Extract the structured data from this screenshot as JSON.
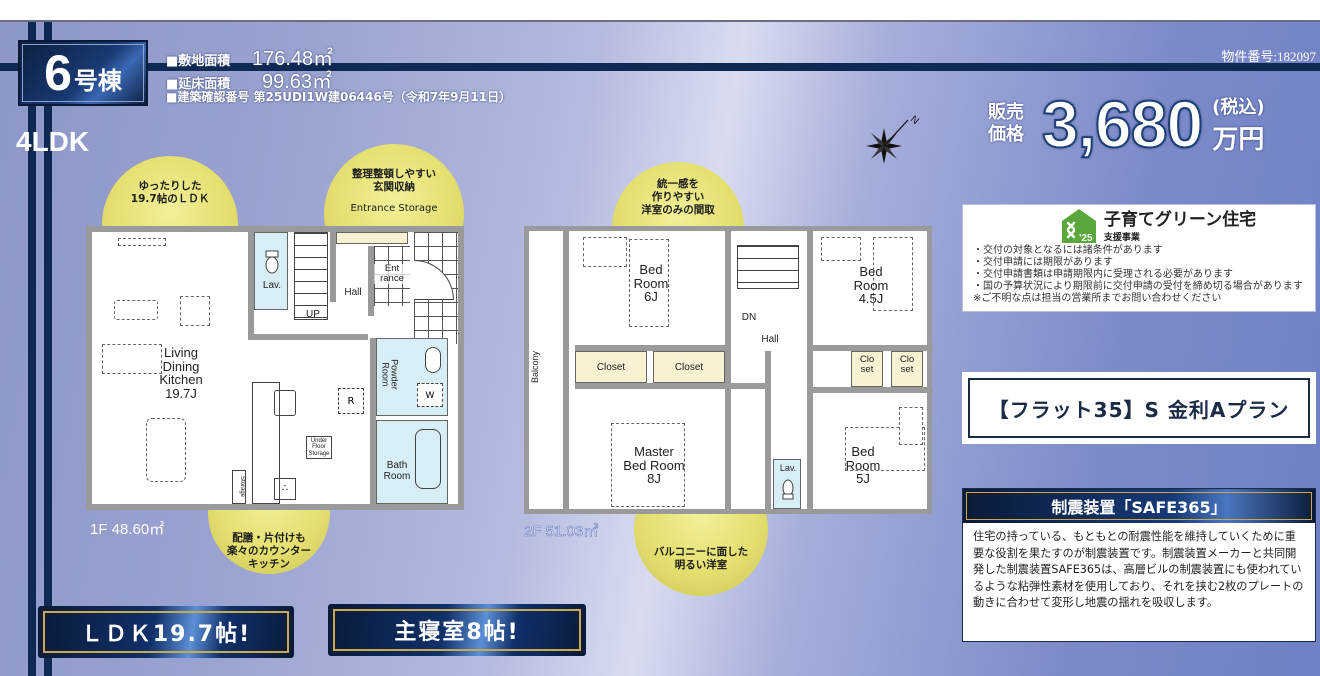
{
  "lot": {
    "number": "6",
    "suffix": "号棟",
    "layout": "4LDK"
  },
  "specs": [
    {
      "label": "■敷地面積",
      "value": "176.48㎡"
    },
    {
      "label": "■延床面積",
      "value": "99.63㎡"
    }
  ],
  "permit": "■建築確認番号 第25UDI1W建06446号（令和7年9月11日）",
  "property_number": "物件番号:182097",
  "price": {
    "label_line1": "販売",
    "label_line2": "価格",
    "amount": "3,680",
    "tax_note": "(税込)",
    "unit": "万円"
  },
  "compass": {
    "icon": "north-arrow-compass-icon",
    "north_label": "N"
  },
  "green_program": {
    "logo_year": "'25",
    "title": "子育てグリーン住宅",
    "subtitle": "支援事業",
    "notes": [
      "・交付の対象となるには諸条件があります",
      "・交付申請には期限があります",
      "・交付申請書類は申請期限内に受理される必要があります",
      "・国の予算状況により期限前に交付申請の受付を締め切る場合があります",
      "※ご不明な点は担当の営業所までお問い合わせください"
    ],
    "accent_color": "#5aa83c"
  },
  "flat35": {
    "label": "【フラット35】S 金利Aプラン"
  },
  "safe365": {
    "title": "制震装置「SAFE365」",
    "body": "住宅の持っている、もともとの耐震性能を維持していくために重要な役割を果たすのが制震装置です。制震装置メーカーと共同開発した制震装置SAFE365は、高層ビルの制震装置にも使われているような粘弾性素材を使用しており、それを挟む2枚のプレートの動きに合わせて変形し地震の揺れを吸収します。"
  },
  "floor1": {
    "area_label": "1F 48.60㎡",
    "callouts": [
      {
        "lines": [
          "ゆったりした",
          "19.7帖のＬＤＫ"
        ]
      },
      {
        "lines": [
          "整理整頓しやすい",
          "玄関収納"
        ],
        "sub": "Entrance Storage"
      },
      {
        "lines": [
          "配膳・片付けも",
          "楽々のカウンター",
          "キッチン"
        ]
      }
    ],
    "rooms": {
      "ldk": [
        "Living",
        "Dining",
        "Kitchen",
        "19.7J"
      ],
      "lav": "Lav.",
      "hall": "Hall",
      "up": "UP",
      "entrance": [
        "Ent",
        "rance"
      ],
      "powder": "Powder Room",
      "bath": [
        "Bath",
        "Room"
      ],
      "under_floor": [
        "Under",
        "Floor",
        "Storage"
      ],
      "storage": "Storage",
      "refrigerator": "R",
      "washer": "W"
    }
  },
  "floor2": {
    "area_label": "2F 51.03㎡",
    "callouts": [
      {
        "lines": [
          "統一感を",
          "作りやすい",
          "洋室のみの間取"
        ]
      },
      {
        "lines": [
          "バルコニーに面した",
          "明るい洋室"
        ]
      }
    ],
    "rooms": {
      "bed6": [
        "Bed",
        "Room",
        "6J"
      ],
      "bed45": [
        "Bed",
        "Room",
        "4.5J"
      ],
      "master": [
        "Master",
        "Bed Room",
        "8J"
      ],
      "bed5": [
        "Bed",
        "Room",
        "5J"
      ],
      "closet": "Closet",
      "closet_split": [
        "Clo",
        "set"
      ],
      "hall": "Hall",
      "dn": "DN",
      "lav": "Lav.",
      "balcony": "Balcony"
    }
  },
  "banners": [
    {
      "label": "ＬＤＫ19.7帖!"
    },
    {
      "label": "主寝室8帖!"
    }
  ]
}
